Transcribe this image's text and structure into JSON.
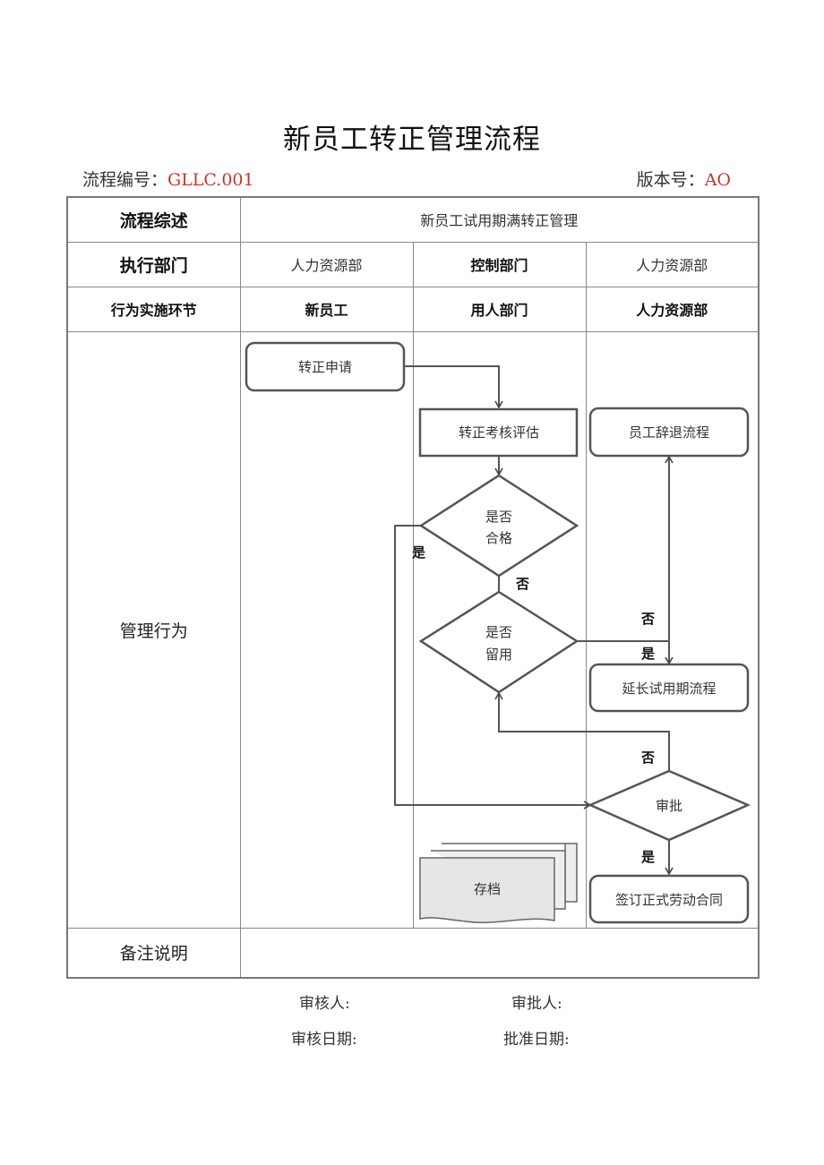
{
  "title": "新员工转正管理流程",
  "meta": {
    "code_label": "流程编号：",
    "code_value": "GLLC.001",
    "version_label": "版本号：",
    "version_value": "AO"
  },
  "table": {
    "overview_label": "流程综述",
    "overview_value": "新员工试用期满转正管理",
    "dept_label": "执行部门",
    "dept_values": [
      "人力资源部",
      "控制部门",
      "人力资源部"
    ],
    "stage_label": "行为实施环节",
    "stage_values": [
      "新员工",
      "用人部门",
      "人力资源部"
    ],
    "behavior_label": "管理行为",
    "notes_label": "备注说明",
    "notes_value": ""
  },
  "flow": {
    "nodes": {
      "apply": "转正申请",
      "assess": "转正考核评估",
      "dismiss": "员工辞退流程",
      "qualified_1": "是否",
      "qualified_2": "合格",
      "retain_1": "是否",
      "retain_2": "留用",
      "extend": "延长试用期流程",
      "approve": "审批",
      "archive": "存档",
      "contract": "签订正式劳动合同"
    },
    "labels": {
      "yes_left": "是",
      "no_down": "否",
      "no_right": "否",
      "yes_right": "是",
      "no_up": "否",
      "yes_down": "是"
    }
  },
  "sign": {
    "reviewer": "审核人:",
    "approver": "审批人:",
    "review_date": "审核日期:",
    "approve_date": "批准日期:"
  }
}
